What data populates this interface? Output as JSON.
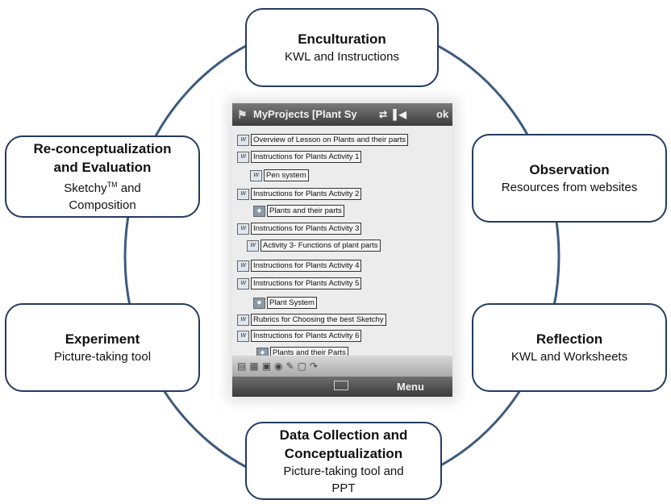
{
  "stages": {
    "enculturation": {
      "title": "Enculturation",
      "desc": "KWL and Instructions"
    },
    "observation": {
      "title": "Observation",
      "desc": "Resources from websites"
    },
    "reflection": {
      "title": "Reflection",
      "desc": "KWL and Worksheets"
    },
    "data_collection": {
      "title_line1": "Data Collection and",
      "title_line2": "Conceptualization",
      "desc_line1": "Picture-taking tool and",
      "desc_line2": "PPT"
    },
    "experiment": {
      "title": "Experiment",
      "desc": "Picture-taking tool"
    },
    "reconceptualization": {
      "title_line1": "Re-conceptualization",
      "title_line2": "and Evaluation",
      "desc_line1_main": "Sketchy",
      "desc_line1_sup": "TM",
      "desc_line1_tail": " and",
      "desc_line2": "Composition"
    }
  },
  "phone": {
    "title": "MyProjects [Plant Sy",
    "ok_label": "ok",
    "status_icons": [
      "sync-icon",
      "signal-icon",
      "volume-icon"
    ],
    "items": [
      {
        "label": "Overview of Lesson on Plants and their parts",
        "icon": "document-icon"
      },
      {
        "label": "Instructions for Plants Activity 1",
        "icon": "document-icon"
      },
      {
        "label": "Pen system",
        "icon": "document-icon"
      },
      {
        "label": "Instructions for Plants Activity 2",
        "icon": "document-icon"
      },
      {
        "label": "Plants and their parts",
        "icon": "image-icon"
      },
      {
        "label": "Instructions for Plants Activity 3",
        "icon": "document-icon"
      },
      {
        "label": "Activity 3- Functions of plant parts",
        "icon": "document-icon"
      },
      {
        "label": "Instructions for Plants Activity 4",
        "icon": "document-icon"
      },
      {
        "label": "Instructions for Plants Activity 5",
        "icon": "document-icon"
      },
      {
        "label": "Plant System",
        "icon": "image-icon"
      },
      {
        "label": "Rubrics for Choosing the best Sketchy",
        "icon": "document-icon"
      },
      {
        "label": "Instructions for Plants Activity 6",
        "icon": "document-icon"
      },
      {
        "label": "Plants and their Parts",
        "icon": "image-icon"
      }
    ],
    "menu_label": "Menu"
  },
  "colors": {
    "ring": "#3d5a80",
    "box_border": "#243b5e"
  }
}
